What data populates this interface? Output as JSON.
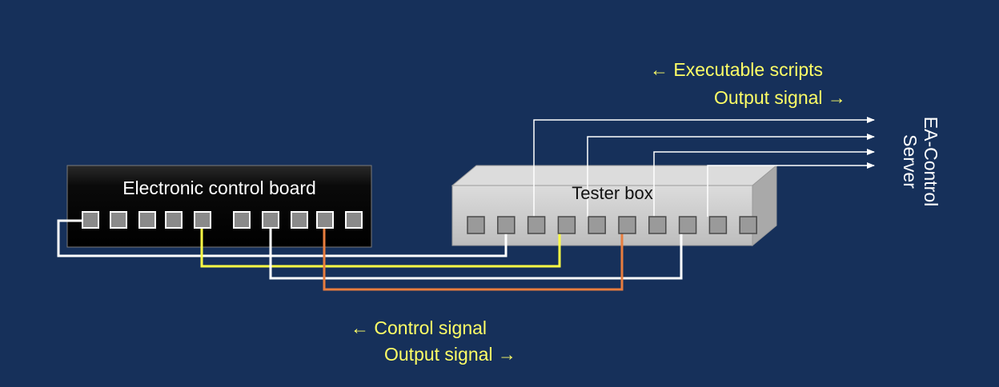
{
  "board": {
    "label": "Electronic control board",
    "port_count": 10
  },
  "tester": {
    "label": "Tester box",
    "port_count": 10
  },
  "server": {
    "line1": "EA-Control",
    "line2": "Server"
  },
  "top_legend": {
    "line1": "← Executable scripts",
    "line2": "Output signal →"
  },
  "bottom_legend": {
    "line1": "←  Control signal",
    "line2": "Output signal →"
  },
  "colors": {
    "background": "#16305a",
    "text_accent": "#ffff66",
    "wire_white": "#ffffff",
    "wire_yellow": "#ffff44",
    "wire_orange": "#e87d3e",
    "port_fill": "#8a8a8a",
    "board_fill": "#0a0a0a",
    "tester_fill": "#cdcdcd"
  }
}
